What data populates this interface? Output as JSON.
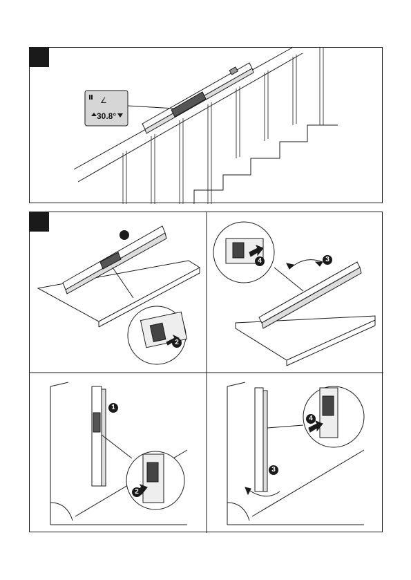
{
  "figure1": {
    "display_reading": "30.8°",
    "display_angle_symbol": "∠"
  },
  "figure2": {
    "steps": [
      "1",
      "2",
      "3",
      "4"
    ]
  }
}
